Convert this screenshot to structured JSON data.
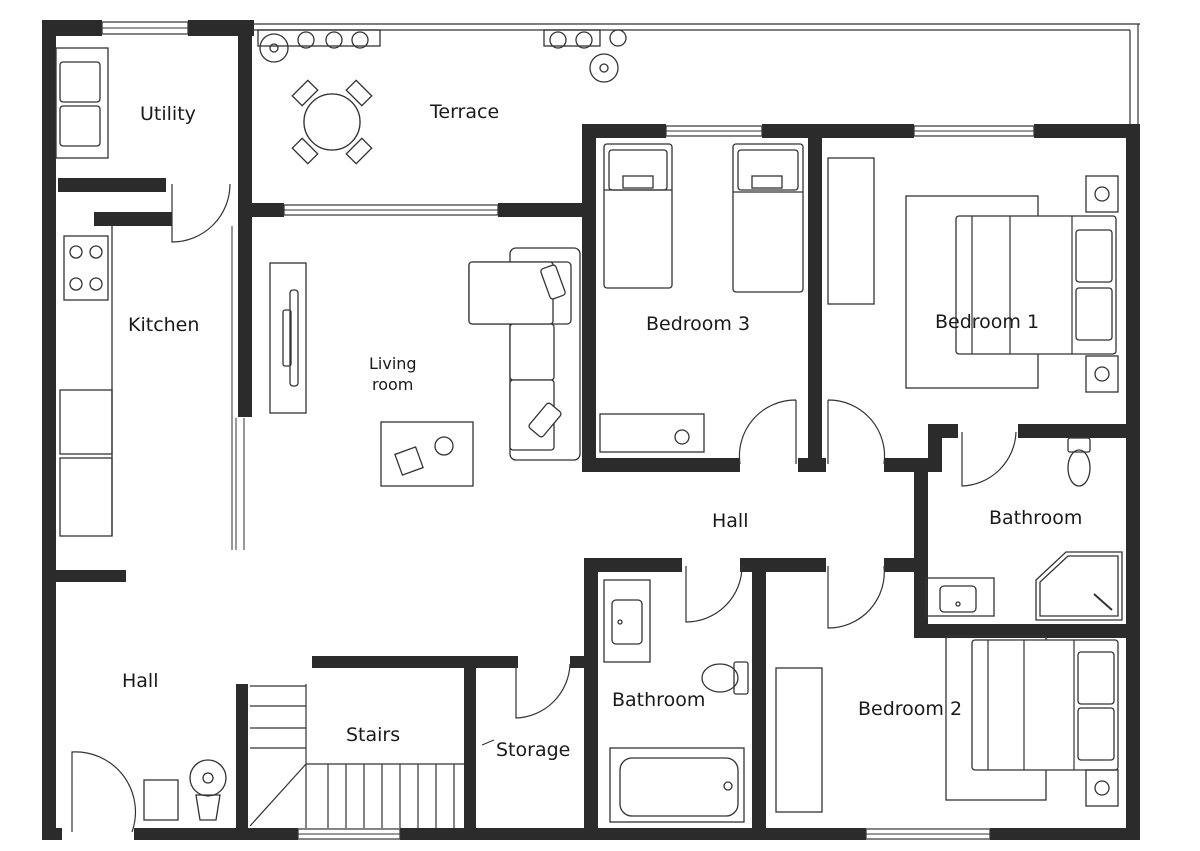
{
  "plan": {
    "rooms": {
      "utility": "Utility",
      "terrace": "Terrace",
      "kitchen": "Kitchen",
      "living_line1": "Living",
      "living_line2": "room",
      "bedroom3": "Bedroom 3",
      "bedroom1": "Bedroom 1",
      "hall_upper": "Hall",
      "bathroom_right": "Bathroom",
      "hall_lower": "Hall",
      "stairs": "Stairs",
      "storage": "Storage",
      "bathroom_center": "Bathroom",
      "bedroom2": "Bedroom 2"
    },
    "colors": {
      "wall": "#2b2b2b",
      "line": "#333333",
      "background": "#ffffff"
    }
  }
}
